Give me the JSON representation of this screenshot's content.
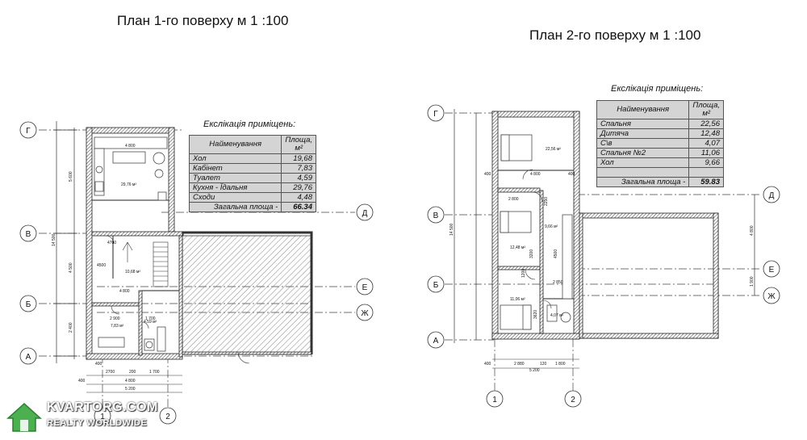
{
  "titles": {
    "floor1": "План 1-го поверху м 1 :100",
    "floor2": "План 2-го поверху м 1 :100"
  },
  "floor1_table": {
    "title": "Екслікація приміщень:",
    "header": {
      "name": "Найменування",
      "area": "Площа, м²"
    },
    "rows": [
      {
        "name": "Хол",
        "area": "19,68"
      },
      {
        "name": "Кабінет",
        "area": "7,83"
      },
      {
        "name": "Туалет",
        "area": "4,59"
      },
      {
        "name": "Кухня - Їдальня",
        "area": "29,76"
      },
      {
        "name": "Сходи",
        "area": "4,48"
      }
    ],
    "total": {
      "name": "Загальна площа -",
      "area": "66.34"
    }
  },
  "floor2_table": {
    "title": "Екслікація приміщень:",
    "header": {
      "name": "Найменування",
      "area": "Площа, м²"
    },
    "rows": [
      {
        "name": "Спальня",
        "area": "22,56"
      },
      {
        "name": "Дитяча",
        "area": "12,48"
      },
      {
        "name": "С\\в",
        "area": "4,07"
      },
      {
        "name": "Спальня №2",
        "area": "11,06"
      },
      {
        "name": "Хол",
        "area": "9,66"
      },
      {
        "name": "",
        "area": ""
      }
    ],
    "total": {
      "name": "Загальна площа -",
      "area": "59.83"
    }
  },
  "axes": {
    "G": "Г",
    "V": "В",
    "B": "Б",
    "A": "А",
    "D": "Д",
    "E": "Е",
    "Zh": "Ж",
    "n1": "1",
    "n2": "2"
  },
  "floor1_labels": {
    "kitchen_area": "29,76 м²",
    "hall_area": "10,68 м²",
    "cabinet_area": "7,83 м²",
    "wc_area": "4,59 м²",
    "top_width": "4 800",
    "dim_left_top": "5 600",
    "dim_left_total": "14 500",
    "dim_left_mid": "4 500",
    "dim_left_bot": "2 400",
    "dim_hall_inner": "4 800",
    "dim_cab": "2 900",
    "dim_wc": "1 700",
    "dim_2700": "2700",
    "dim_200": "200",
    "dim_1700": "1 700",
    "dim_400": "400",
    "dim_4800": "4 800",
    "dim_5200": "5 200",
    "dim_400b": "400",
    "dim_stair": "4700",
    "dim_stair2": "4500"
  },
  "floor2_labels": {
    "bedroom_area": "22,56 м²",
    "kids_area": "12,48 м²",
    "hall_area": "9,66 м²",
    "bed2_area": "11,06 м²",
    "bath_area": "4,07 м²",
    "dim_400": "400",
    "dim_4800": "4 800",
    "dim_400b": "400",
    "dim_2800": "2 800",
    "dim_14500": "14 500",
    "dim_4800r": "4 800",
    "dim_1900": "1 900",
    "dim_2850": "2 850",
    "dim_2880": "2 880",
    "dim_120": "120",
    "dim_1800": "1 800",
    "dim_5200": "5 200",
    "dim_400c": "400",
    "dim_2250": "2250",
    "dim_4500": "4500",
    "dim_3200": "3200",
    "dim_1200": "1200",
    "dim_3620": "3620"
  },
  "watermark": {
    "line1": "KVARTORG.COM",
    "line2": "REALTY WORLDWIDE"
  }
}
